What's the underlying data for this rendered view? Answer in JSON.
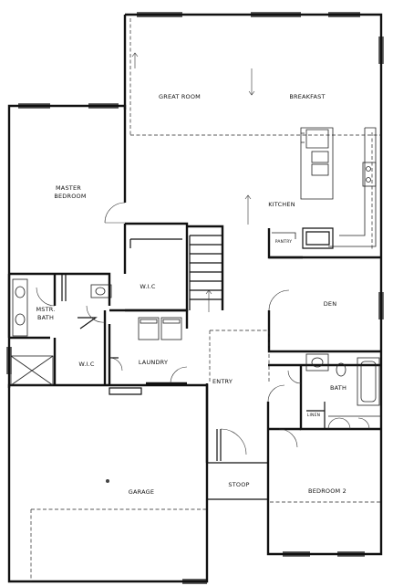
{
  "rooms": {
    "great_room": "GREAT ROOM",
    "breakfast": "BREAKFAST",
    "kitchen": "KITCHEN",
    "pantry": "PANTRY",
    "master_bedroom_line1": "MASTER",
    "master_bedroom_line2": "BEDROOM",
    "wic_upper": "W.I.C",
    "mstr_bath_line1": "MSTR.",
    "mstr_bath_line2": "BATH",
    "wic_lower": "W.I.C",
    "laundry": "LAUNDRY",
    "den": "DEN",
    "bath": "BATH",
    "linen": "LINEN",
    "entry": "ENTRY",
    "stoop": "STOOP",
    "garage": "GARAGE",
    "bedroom_2": "BEDROOM 2"
  },
  "colors": {
    "wall": "#111111",
    "background": "#ffffff"
  }
}
